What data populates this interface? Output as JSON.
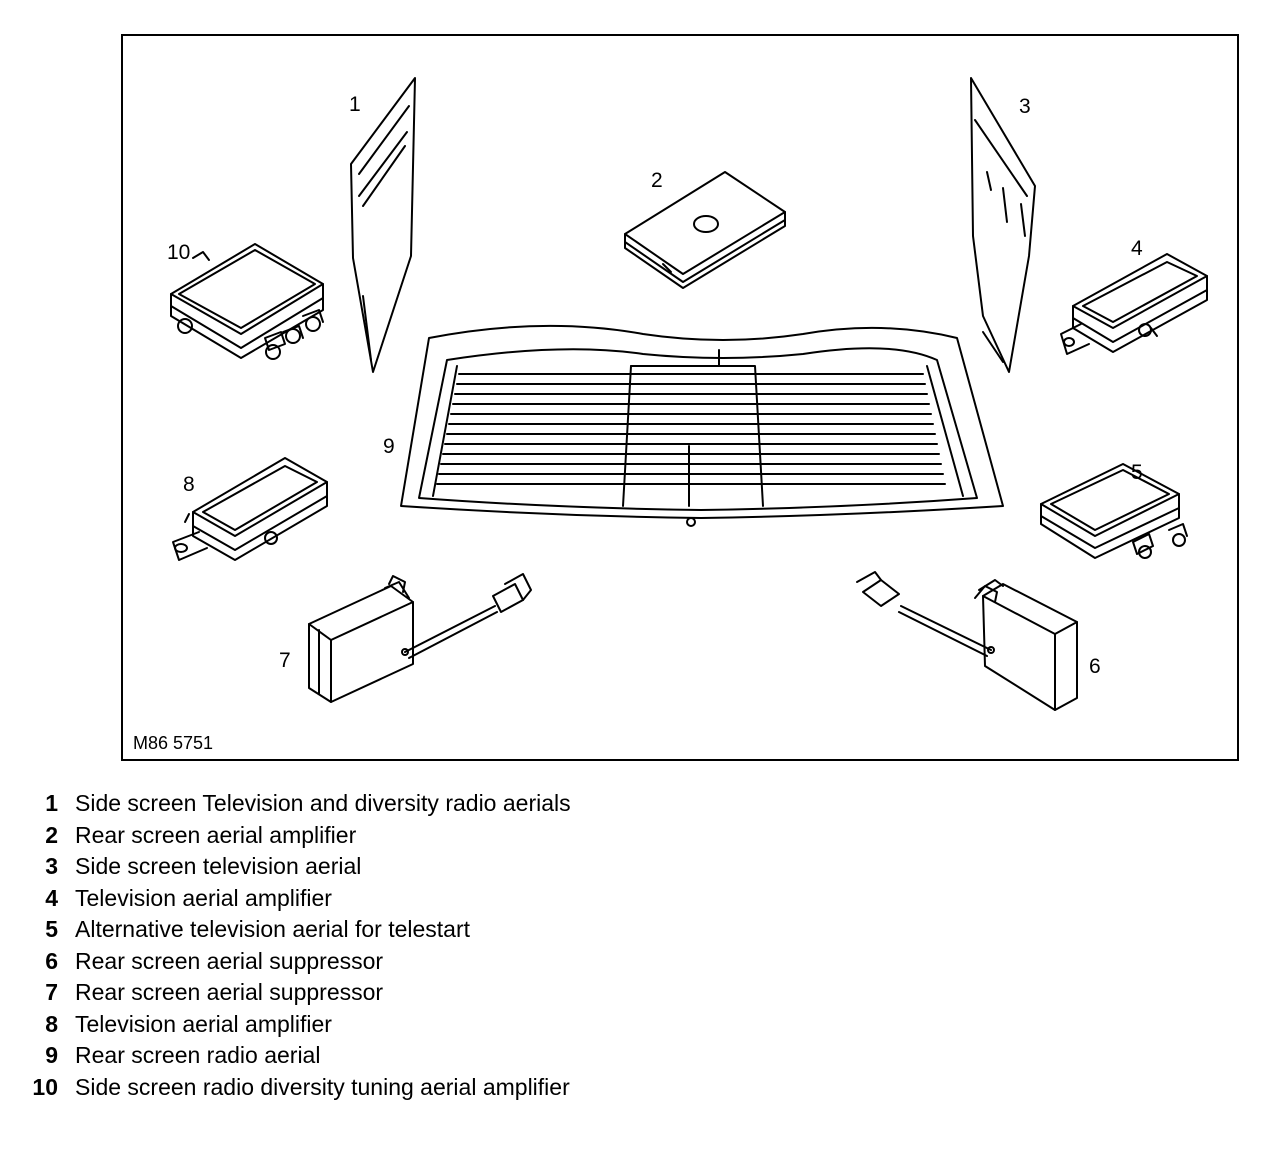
{
  "figure": {
    "id_label": "M86 5751",
    "callouts": [
      "1",
      "2",
      "3",
      "4",
      "5",
      "6",
      "7",
      "8",
      "9",
      "10"
    ]
  },
  "legend": [
    {
      "num": "1",
      "text": "Side screen Television and diversity radio aerials"
    },
    {
      "num": "2",
      "text": "Rear screen aerial amplifier"
    },
    {
      "num": "3",
      "text": "Side screen television aerial"
    },
    {
      "num": "4",
      "text": "Television aerial amplifier"
    },
    {
      "num": "5",
      "text": "Alternative television aerial for telestart"
    },
    {
      "num": "6",
      "text": "Rear screen aerial suppressor"
    },
    {
      "num": "7",
      "text": "Rear screen aerial suppressor"
    },
    {
      "num": "8",
      "text": "Television aerial amplifier"
    },
    {
      "num": "9",
      "text": "Rear screen radio aerial"
    },
    {
      "num": "10",
      "text": "Side screen radio diversity tuning aerial amplifier"
    }
  ]
}
